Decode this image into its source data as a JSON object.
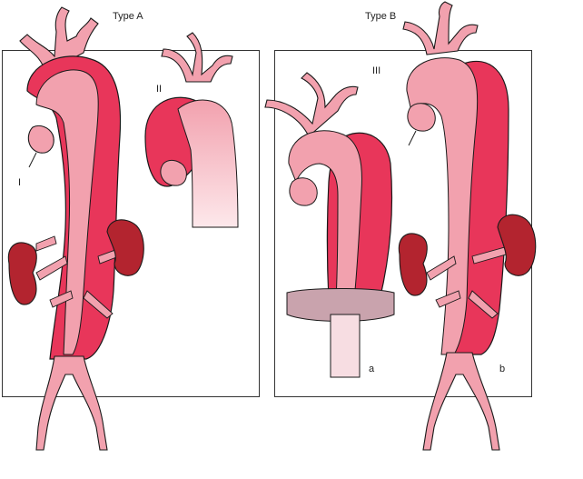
{
  "labels": {
    "type_a": "Type A",
    "type_b": "Type B",
    "roman_1": "I",
    "roman_2": "II",
    "roman_3": "III",
    "sub_a": "a",
    "sub_b": "b"
  },
  "colors": {
    "false_lumen": "#e8365a",
    "true_lumen": "#f2a1ae",
    "light_vessel": "#f7c3cb",
    "kidney": "#b3242f",
    "outline": "#1a1a1a",
    "diaphragm": "#c9a3ad"
  }
}
